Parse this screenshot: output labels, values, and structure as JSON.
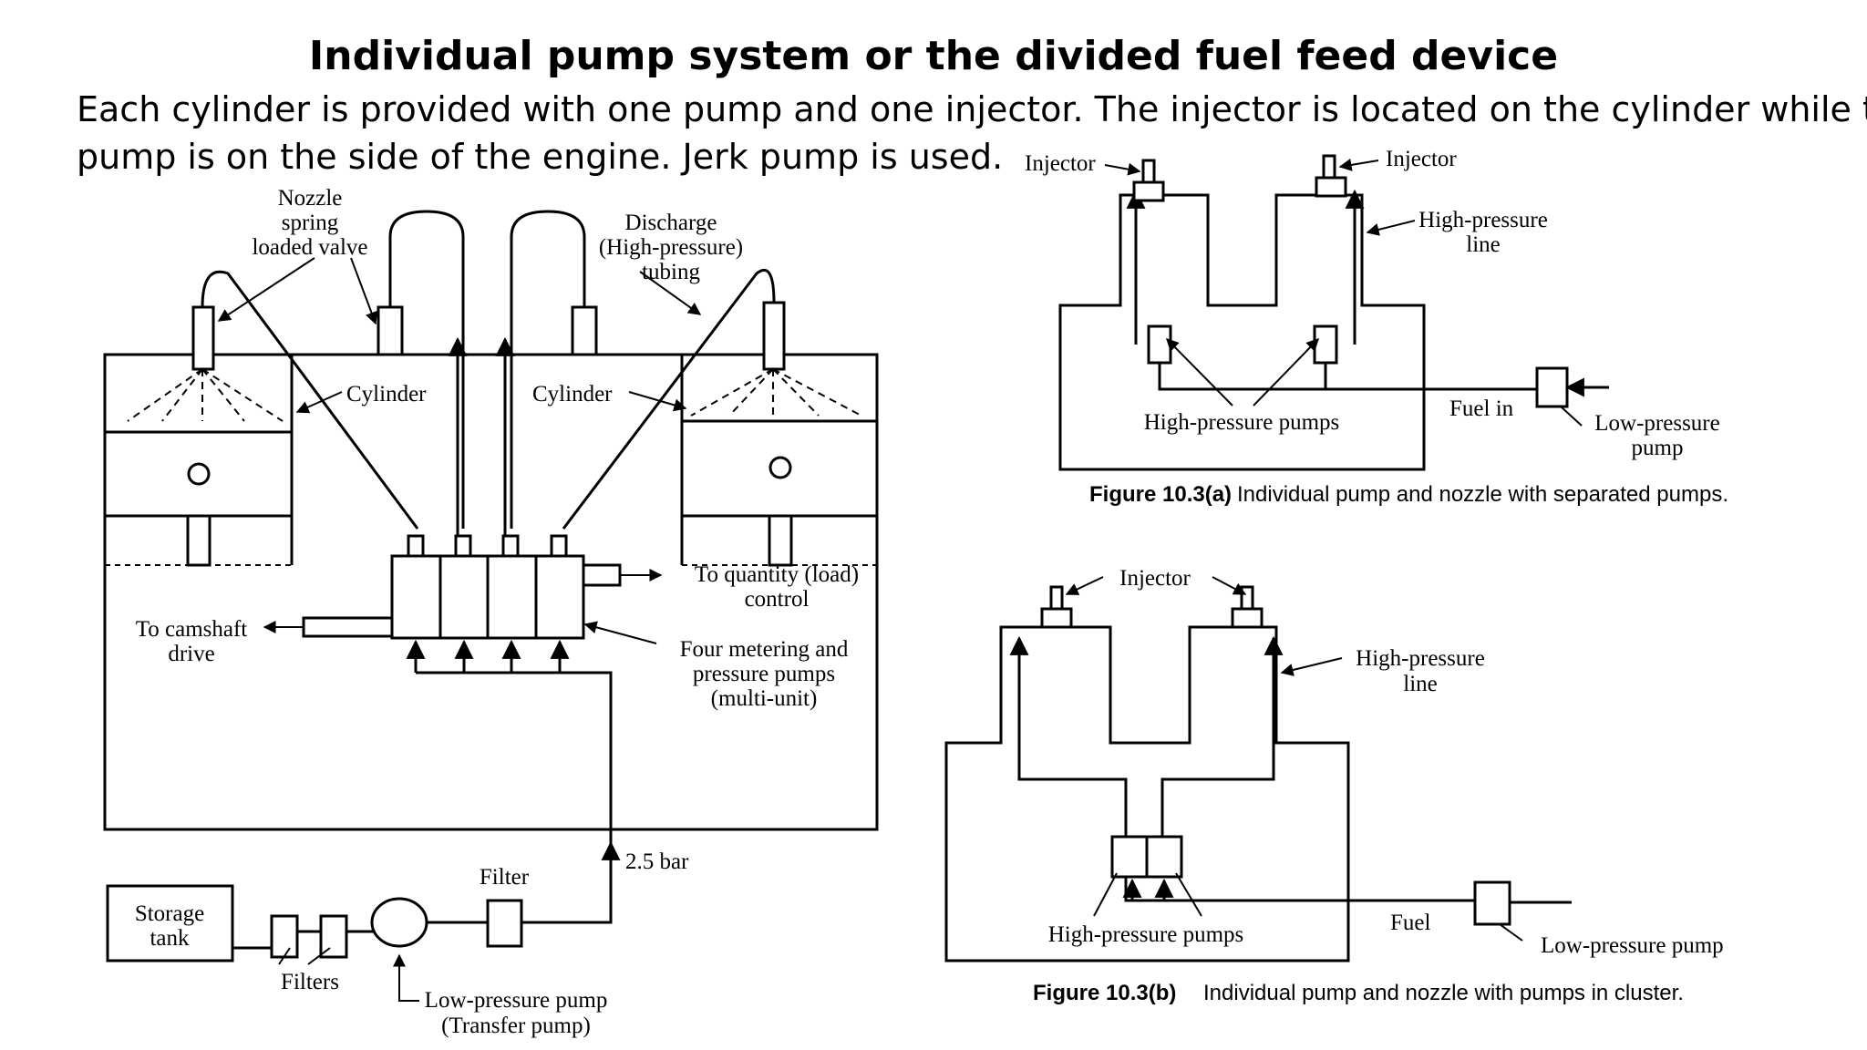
{
  "title": "Individual pump system or the divided fuel feed device",
  "body_lines": [
    "Each cylinder is provided with one pump and one injector. The injector is located on the cylinder while the",
    "pump is on the side of the engine. Jerk pump is used."
  ],
  "left_diagram": {
    "nozzle_label": [
      "Nozzle",
      "spring",
      "loaded valve"
    ],
    "discharge_label": [
      "Discharge",
      "(High-pressure)",
      "tubing"
    ],
    "cylinder_left": "Cylinder",
    "cylinder_right": "Cylinder",
    "quantity_label": [
      "To quantity (load)",
      "control"
    ],
    "camshaft_label": [
      "To camshaft",
      "drive"
    ],
    "metering_label": [
      "Four metering and",
      "pressure pumps",
      "(multi-unit)"
    ],
    "pressure_label": "2.5 bar",
    "filter_label": "Filter",
    "storage_label": [
      "Storage",
      "tank"
    ],
    "filters_label": "Filters",
    "transfer_label": [
      "Low-pressure pump",
      "(Transfer pump)"
    ]
  },
  "figure_a": {
    "injector_left": "Injector",
    "injector_right": "Injector",
    "hp_line_label": [
      "High-pressure",
      "line"
    ],
    "fuel_in_label": "Fuel in",
    "hp_pumps_label": "High-pressure pumps",
    "lp_pump_label": [
      "Low-pressure",
      "pump"
    ],
    "caption_num": "Figure 10.3(a)",
    "caption_text": "Individual pump and nozzle with separated pumps."
  },
  "figure_b": {
    "injector_label": "Injector",
    "hp_line_label": [
      "High-pressure",
      "line"
    ],
    "fuel_label": "Fuel",
    "hp_pumps_label": "High-pressure pumps",
    "lp_pump_label": "Low-pressure pump",
    "caption_num": "Figure 10.3(b)",
    "caption_text": "Individual pump and nozzle with pumps in cluster."
  }
}
